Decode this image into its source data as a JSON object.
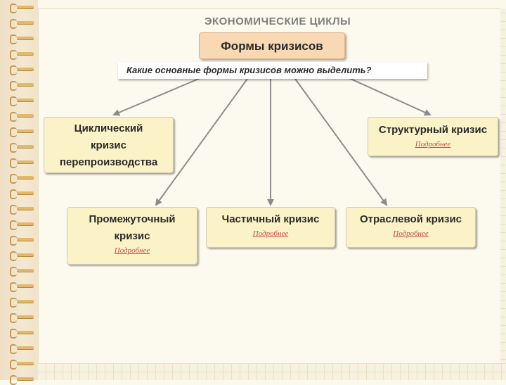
{
  "header": {
    "title": "ЭКОНОМИЧЕСКИЕ ЦИКЛЫ"
  },
  "central": {
    "label": "Формы кризисов"
  },
  "question": {
    "text": "Какие основные формы кризисов можно выделить?"
  },
  "nodes": {
    "cyclic": {
      "title": "Циклический\nкризис\nперепроизводства"
    },
    "structural": {
      "title": "Структурный кризис",
      "link": "Подробнее"
    },
    "intermediate": {
      "title": "Промежуточный\nкризис",
      "link": "Подробнее"
    },
    "partial": {
      "title": "Частичный кризис",
      "link": "Подробнее"
    },
    "sectoral": {
      "title": "Отраслевой кризис",
      "link": "Подробнее"
    }
  },
  "colors": {
    "box_fill": "#fbf2c8",
    "central_fill": "#f8d9b4",
    "link": "#c0504d",
    "arrow": "#8c8c8c"
  }
}
